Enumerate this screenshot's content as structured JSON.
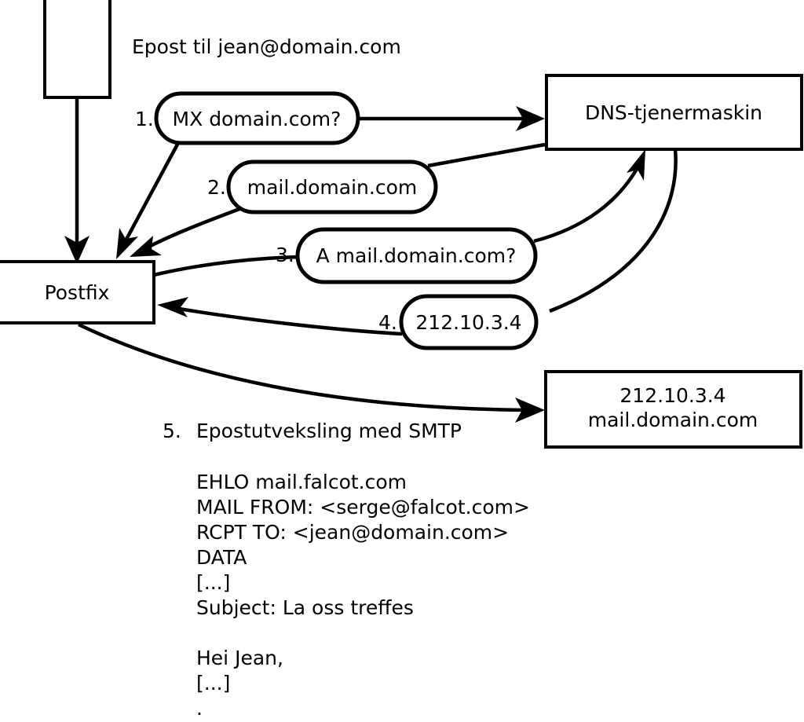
{
  "diagram": {
    "title_caption": "Epost til jean@domain.com",
    "nodes": {
      "client": {
        "label": ""
      },
      "postfix": {
        "label": "Postfix"
      },
      "dns": {
        "label": "DNS-tjenermaskin"
      },
      "mailserver": {
        "line1": "212.10.3.4",
        "line2": "mail.domain.com"
      }
    },
    "steps": [
      {
        "number": "1.",
        "label": "MX domain.com?"
      },
      {
        "number": "2.",
        "label": "mail.domain.com"
      },
      {
        "number": "3.",
        "label": "A mail.domain.com?"
      },
      {
        "number": "4.",
        "label": "212.10.3.4"
      }
    ],
    "step5": {
      "number": "5.",
      "label": "Epostutveksling med SMTP"
    },
    "smtp_transcript": [
      "EHLO mail.falcot.com",
      "MAIL FROM: <serge@falcot.com>",
      "RCPT TO: <jean@domain.com>",
      "DATA",
      "[...]",
      "Subject: La oss treffes",
      "",
      "Hei Jean,",
      "[...]",
      "."
    ],
    "colors": {
      "stroke": "#000000",
      "fill": "#ffffff",
      "background": "#ffffff"
    }
  }
}
